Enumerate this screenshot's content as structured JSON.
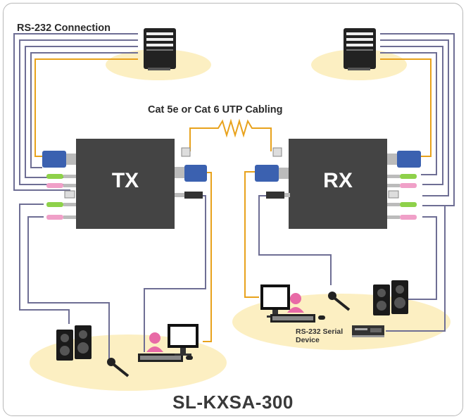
{
  "labels": {
    "rs232_connection": "RS-232 Connection",
    "cabling": "Cat 5e or Cat 6 UTP Cabling",
    "rs232_device_line1": "RS-232 Serial",
    "rs232_device_line2": "Device",
    "model": "SL-KXSA-300",
    "tx": "TX",
    "rx": "RX"
  },
  "colors": {
    "ellipse": "#fcefc2",
    "box": "#444444",
    "cable": "#e8a21c",
    "wire": "#6e6e94",
    "vga": "#3b61b0",
    "audio_green": "#8ed14a",
    "audio_pink": "#f0a0c8"
  }
}
